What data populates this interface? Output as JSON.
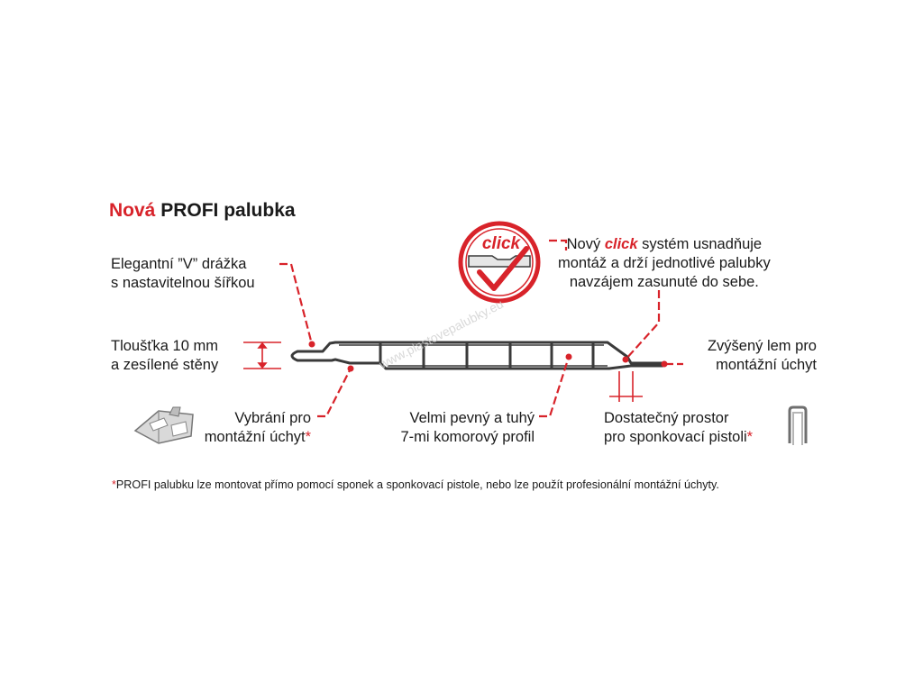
{
  "title": {
    "part1": "Nová",
    "part2": "PROFI palubka"
  },
  "labels": {
    "groove": {
      "line1": "Elegantní ”V” drážka",
      "line2": "s nastavitelnou šířkou"
    },
    "thickness": {
      "line1": "Tloušťka 10 mm",
      "line2": "a zesílené stěny"
    },
    "recess": {
      "line1": "Vybrání pro",
      "line2": "montážní úchyt",
      "mark": "*"
    },
    "profile": {
      "line1": "Velmi pevný a tuhý",
      "line2": "7-mi komorový profil"
    },
    "click": {
      "pre": "Nový ",
      "word": "click",
      "post": " systém usnadňuje",
      "line2": "montáž a drží jednotlivé palubky",
      "line3": "navzájem zasunuté do sebe."
    },
    "rim": {
      "line1": "Zvýšený lem pro",
      "line2": "montážní úchyt"
    },
    "space": {
      "line1": "Dostatečný prostor",
      "line2": "pro sponkovací pistoli",
      "mark": "*"
    }
  },
  "badge": {
    "text": "click"
  },
  "footnote": {
    "mark": "*",
    "text": "PROFI palubku lze montovat přímo pomocí sponek a sponkovací pistole, nebo lze použít profesionální montážní úchyty."
  },
  "watermark": "www.plastovepalubky.eu",
  "colors": {
    "accent": "#d8232a",
    "profile": "#3a3a3a",
    "text": "#1a1a1a"
  },
  "icons": [
    "click-badge-icon",
    "mounting-clip-icon",
    "staple-icon"
  ]
}
